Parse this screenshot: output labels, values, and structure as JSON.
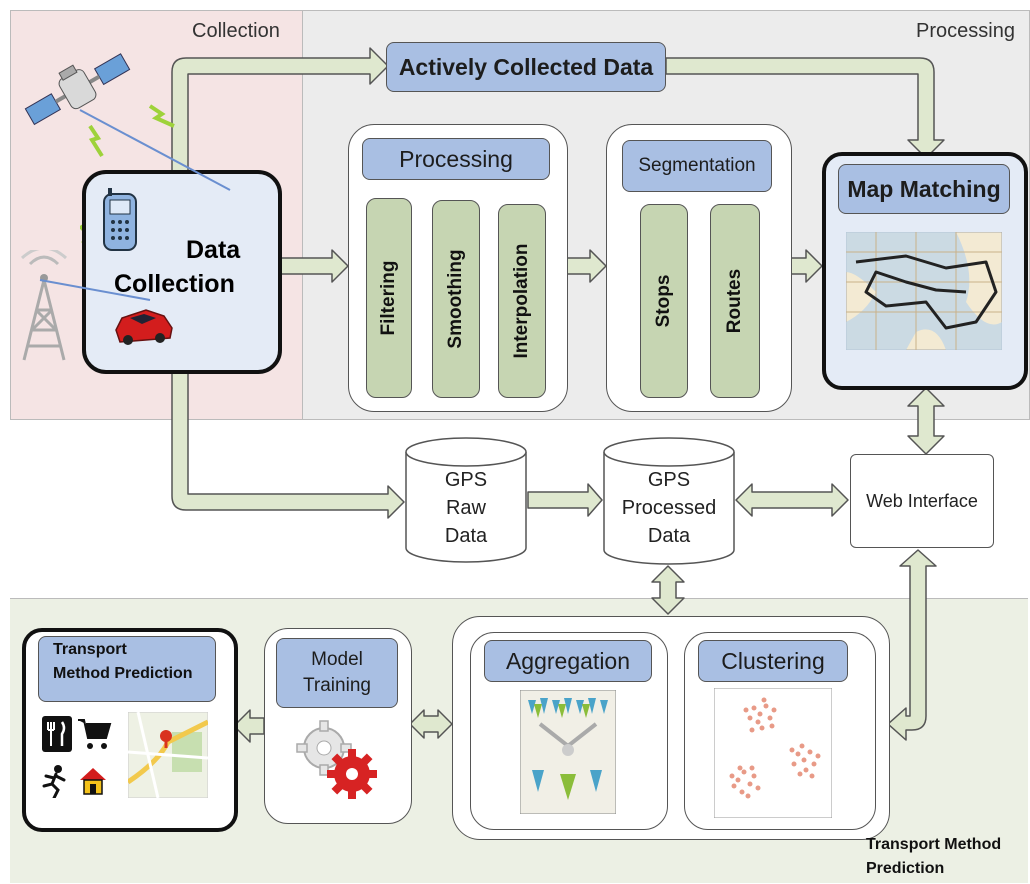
{
  "regions": {
    "collection_label": "Collection",
    "processing_label": "Processing",
    "prediction_label_line1": "Transport Method",
    "prediction_label_line2": "Prediction"
  },
  "nodes": {
    "actively_collected": "Actively Collected Data",
    "data_collection_line1": "Data",
    "data_collection_line2": "Collection",
    "processing_title": "Processing",
    "filtering": "Filtering",
    "smoothing": "Smoothing",
    "interpolation": "Interpolation",
    "segmentation_title": "Segmentation",
    "stops": "Stops",
    "routes": "Routes",
    "map_matching": "Map Matching",
    "gps_raw_line1": "GPS",
    "gps_raw_line2": "Raw",
    "gps_raw_line3": "Data",
    "gps_proc_line1": "GPS",
    "gps_proc_line2": "Processed",
    "gps_proc_line3": "Data",
    "web_interface": "Web Interface",
    "aggregation": "Aggregation",
    "clustering": "Clustering",
    "model_training_line1": "Model",
    "model_training_line2": "Training",
    "tmp_line1": "Transport",
    "tmp_line2": "Method Prediction"
  },
  "colors": {
    "collection_bg": "#f5e4e4",
    "processing_bg": "#ececec",
    "prediction_bg": "#ecf0e4",
    "box_blue": "#a9bfe3",
    "bar_green": "#c6d5b2",
    "arrow_fill": "#dfe8cf"
  }
}
